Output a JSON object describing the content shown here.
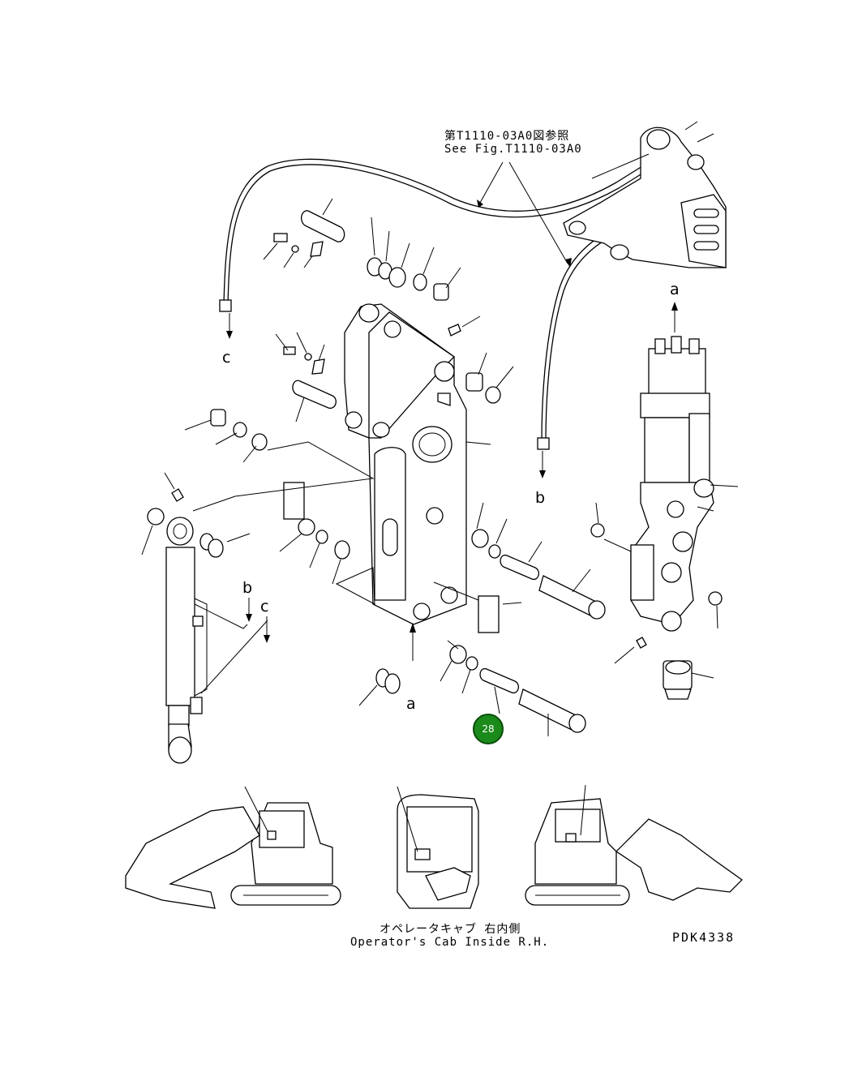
{
  "reference": {
    "jp": "第T1110-03A0図参照",
    "en": "See Fig.T1110-03A0"
  },
  "cab": {
    "jp": "オペレータキャブ 右内側",
    "en": "Operator's Cab Inside R.H."
  },
  "figure_code": "PDK4338",
  "markers": {
    "a": "a",
    "b": "b",
    "c": "c"
  },
  "callout": {
    "label": "28",
    "color": "#1a8a1a"
  }
}
